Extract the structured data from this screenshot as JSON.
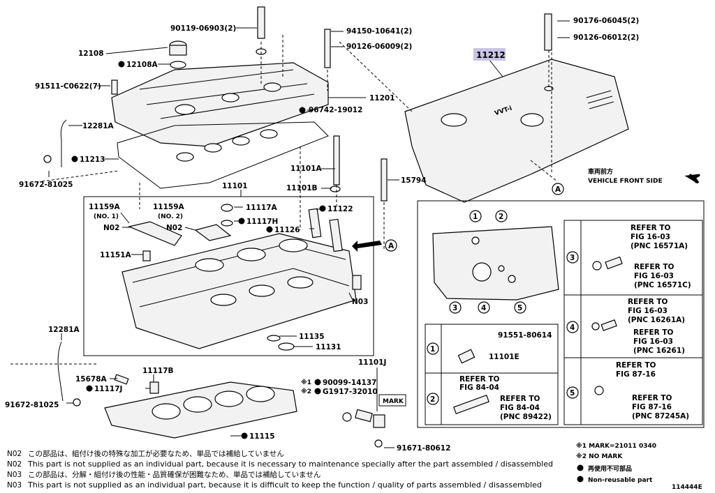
{
  "parts": {
    "p90119": "90119-06903(2)",
    "p12108": "12108",
    "p12108A": "12108A",
    "p91511": "91511-C0622(7)",
    "p12281A_top": "12281A",
    "p11213": "11213",
    "p91672_top": "91672-81025",
    "p94150": "94150-10641(2)",
    "p90126_a": "90126-06009(2)",
    "p11201": "11201",
    "p96742": "96742-19012",
    "p11101A": "11101A",
    "p11101B": "11101B",
    "p15794": "15794",
    "p11101": "11101",
    "p11159A_1": "11159A",
    "p11159A_1_sub": "(NO. 1)",
    "p11159A_2": "11159A",
    "p11159A_2_sub": "(NO. 2)",
    "p11117A": "11117A",
    "p11117H": "11117H",
    "p11122": "11122",
    "p11126": "11126",
    "pN02_a": "N02",
    "pN02_b": "N02",
    "p11151A": "11151A",
    "pN03": "N03",
    "p11135": "11135",
    "p11131": "11131",
    "p12281A_bot": "12281A",
    "p15678A": "15678A",
    "p11117B": "11117B",
    "p11117J": "11117J",
    "p91672_bot": "91672-81025",
    "p11115": "11115",
    "p11101J": "11101J",
    "p90099": "90099-14137",
    "p90099_mark": "※1",
    "pG1917": "G1917-32010",
    "pG1917_mark": "※2",
    "mark_box": "MARK",
    "p91671": "91671-80612",
    "p90176": "90176-06045(2)",
    "p90126_b": "90126-06012(2)",
    "p11212": "11212",
    "vvti_logo": "VVT-i",
    "front_jp": "車両前方",
    "front_en": "VEHICLE FRONT SIDE",
    "view_a": "A",
    "view_a2": "A",
    "p91551": "91551-80614",
    "p11101E": "11101E"
  },
  "detail": {
    "callouts": [
      "1",
      "2",
      "3",
      "4",
      "5"
    ],
    "row1_num": "1",
    "row2_num": "2",
    "row2_ref_a1": "REFER TO",
    "row2_ref_a2": "FIG 84-04",
    "row2_ref_b1": "REFER TO",
    "row2_ref_b2": "FIG 84-04",
    "row2_ref_b3": "(PNC 89422)",
    "row3_num": "3",
    "row3_ref_a1": "REFER TO",
    "row3_ref_a2": "FIG 16-03",
    "row3_ref_a3": "(PNC 16571A)",
    "row3_ref_b1": "REFER TO",
    "row3_ref_b2": "FIG 16-03",
    "row3_ref_b3": "(PNC 16571C)",
    "row4_num": "4",
    "row4_ref_a1": "REFER TO",
    "row4_ref_a2": "FIG 16-03",
    "row4_ref_a3": "(PNC 16261A)",
    "row4_ref_b1": "REFER TO",
    "row4_ref_b2": "FIG 16-03",
    "row4_ref_b3": "(PNC 16261)",
    "row5_num": "5",
    "row5_ref_a1": "REFER TO",
    "row5_ref_a2": "FIG 87-16",
    "row5_ref_b1": "REFER TO",
    "row5_ref_b2": "FIG 87-16",
    "row5_ref_b3": "(PNC 87245A)"
  },
  "notes": {
    "n02_jp_code": "N02",
    "n02_jp": "この部品は、組付け後の特殊な加工が必要なため、単品では補給していません",
    "n02_en_code": "N02",
    "n02_en": "This part is not supplied as an individual part, because it is necessary to maintenance specially after the part assembled / disassembled",
    "n03_jp_code": "N03",
    "n03_jp": "この部品は、分解・組付け後の性能・品質確保が困難なため、単品では補給していません",
    "n03_en_code": "N03",
    "n03_en": "This part is not supplied as an individual part, because it is difficult to keep the function / quality of parts  assembled / disassembled"
  },
  "legend": {
    "mark1": "※1 MARK=21011 0340",
    "mark2": "※2 NO MARK",
    "nonreuse_jp": "再使用不可部品",
    "nonreuse_en": "Non-reusable part"
  },
  "figure_id": "114444E",
  "colors": {
    "highlight": "#c9c3e6",
    "line": "#000000"
  }
}
